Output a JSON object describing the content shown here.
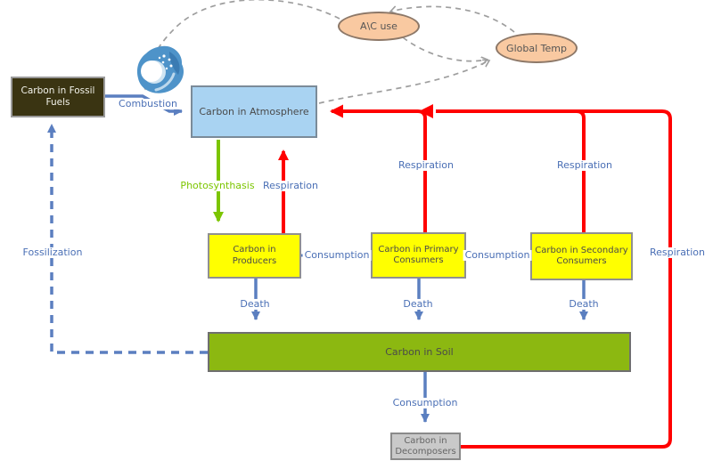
{
  "diagram": {
    "title": "carbon-cycle-diagram",
    "nodes": {
      "fossil_fuels": {
        "label": "Carbon in Fossil Fuels"
      },
      "atmosphere": {
        "label": "Carbon in Atmosphere"
      },
      "producers": {
        "label": "Carbon in Producers"
      },
      "primary_consumers": {
        "label": "Carbon in Primary Consumers"
      },
      "secondary_consumers": {
        "label": "Carbon in Secondary Consumers"
      },
      "soil": {
        "label": "Carbon in Soil"
      },
      "decomposers": {
        "label": "Carbon in Decomposers"
      },
      "ac_use": {
        "label": "A\\C use"
      },
      "global_temp": {
        "label": "Global Temp"
      }
    },
    "edge_labels": {
      "combustion": "Combustion",
      "photosynthesis": "Photosynthasis",
      "respiration_producers": "Respiration",
      "respiration_primary": "Respiration",
      "respiration_secondary": "Respiration",
      "respiration_decomposers": "Respiration",
      "consumption_producers_primary": "Consumption",
      "consumption_primary_secondary": "Consumption",
      "consumption_soil_decomposers": "Consumption",
      "death_producers": "Death",
      "death_primary": "Death",
      "death_secondary": "Death",
      "fossilization": "Fossilization"
    },
    "icons": {
      "combustion_icon": "blue-splash-globe-icon"
    },
    "colors": {
      "flow_blue": "#5b7fc0",
      "flow_red": "#ff0000",
      "flow_green": "#7cc500",
      "link_gray": "#9e9e9e",
      "label_blue": "#4a6fb5",
      "label_green": "#7cc500",
      "atmosphere_fill": "#a9d3f2",
      "fossil_fill": "#3a3412",
      "consumer_fill": "#ffff00",
      "soil_fill": "#8cb811",
      "decomposer_fill": "#c9c9c9",
      "ellipse_fill": "#f9c9a1"
    }
  }
}
